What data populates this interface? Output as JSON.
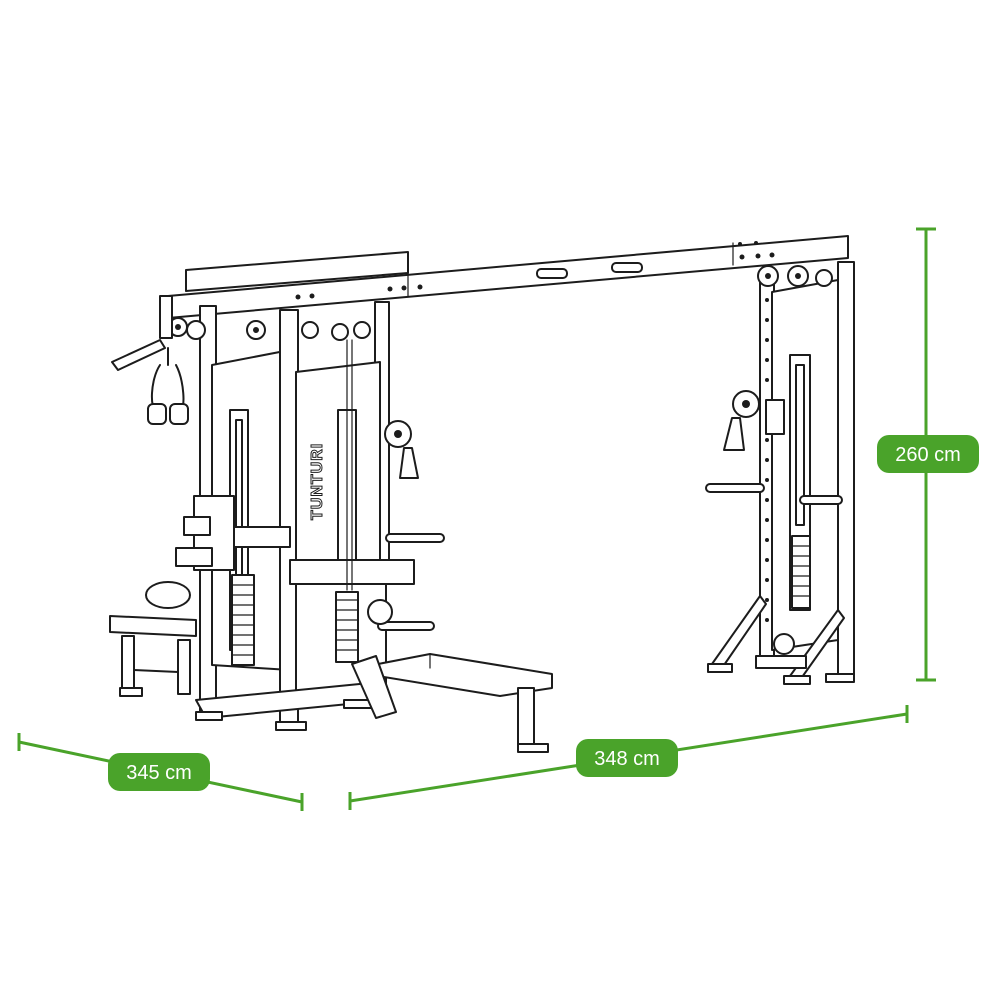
{
  "dimensions": {
    "depth": {
      "label": "345 cm"
    },
    "width": {
      "label": "348 cm"
    },
    "height": {
      "label": "260 cm"
    }
  },
  "machine": {
    "brand": "TUNTURI"
  },
  "colors": {
    "dimension_green": "#4aa32a",
    "line_art": "#1c1c1c",
    "background": "#ffffff"
  }
}
